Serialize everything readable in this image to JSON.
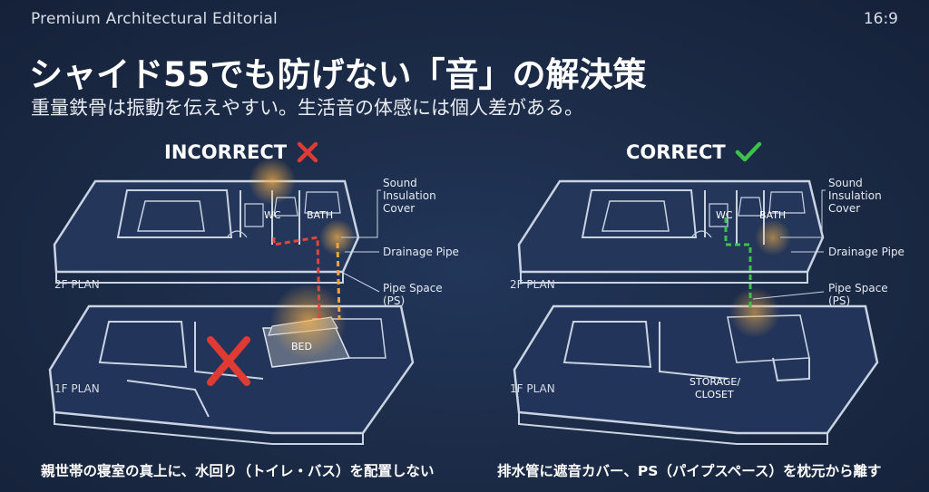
{
  "header": {
    "brand": "Premium Architectural Editorial",
    "ratio": "16:9"
  },
  "title": "シャイド55でも防げない「音」の解決策",
  "subtitle": "重量鉄骨は振動を伝えやすい。生活音の体感には個人差がある。",
  "panels": [
    {
      "verdict": "INCORRECT",
      "status_icon": "cross-icon",
      "status_color": "#e03a35",
      "pipe_color": "#e0463a",
      "labels": {
        "wc": "WC",
        "bath": "BATH",
        "sound_cover": [
          "Sound",
          "Insulation",
          "Cover"
        ],
        "drainage": "Drainage Pipe",
        "pipe_space": [
          "Pipe Space",
          "(PS)"
        ],
        "plan_2f": "2F PLAN",
        "plan_1f": "1F PLAN",
        "room": "BED"
      },
      "caption": "親世帯の寝室の真上に、水回り（トイレ・バス）を配置しない"
    },
    {
      "verdict": "CORRECT",
      "status_icon": "check-icon",
      "status_color": "#3cc24a",
      "pipe_color": "#3cc24a",
      "labels": {
        "wc": "WC",
        "bath": "BATH",
        "sound_cover": [
          "Sound",
          "Insulation",
          "Cover"
        ],
        "drainage": "Drainage Pipe",
        "pipe_space": [
          "Pipe Space",
          "(PS)"
        ],
        "plan_2f": "2F PLAN",
        "plan_1f": "1F PLAN",
        "room": [
          "STORAGE/",
          "CLOSET"
        ]
      },
      "caption": "排水管に遮音カバー、PS（パイプスペース）を枕元から離す"
    }
  ],
  "colors": {
    "background": "#1b2a45",
    "wall": "#c9d3e2",
    "glow": "#f2a43a"
  }
}
